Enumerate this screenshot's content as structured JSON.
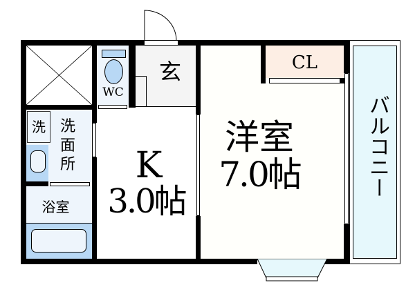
{
  "rooms": {
    "storage": {
      "label": ""
    },
    "wc": {
      "label": "WC"
    },
    "entrance": {
      "label": "玄"
    },
    "washroom": {
      "label": "洗面所",
      "washer_label": "洗"
    },
    "bathroom": {
      "label": "浴室"
    },
    "kitchen": {
      "label": "K",
      "size": "3.0帖"
    },
    "western_room": {
      "label": "洋室",
      "size": "7.0帖"
    },
    "closet": {
      "label": "CL"
    },
    "balcony": {
      "label": "バルコニー"
    }
  },
  "colors": {
    "wall": "#000000",
    "wet_area": "#eef5fc",
    "fixture": "#b8d8f5",
    "entrance": "#f4f4f4",
    "closet": "#fdeee4",
    "balcony": "#e6f8fc",
    "room": "#fffffb"
  }
}
